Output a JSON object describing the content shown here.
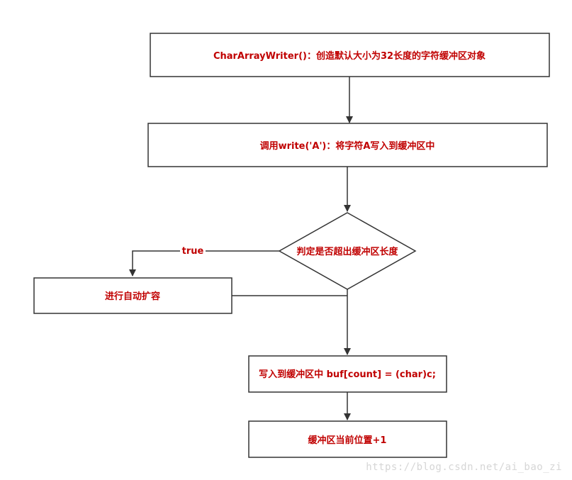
{
  "diagram": {
    "nodes": {
      "step1": "CharArrayWriter()：创造默认大小为32长度的字符缓冲区对象",
      "step2": "调用write('A')：将字符A写入到缓冲区中",
      "decision": "判定是否超出缓冲区长度",
      "expand": "进行自动扩容",
      "write": "写入到缓冲区中 buf[count] = (char)c;",
      "increment": "缓冲区当前位置+1"
    },
    "edge_labels": {
      "true": "true"
    }
  },
  "watermark": "https://blog.csdn.net/ai_bao_zi"
}
